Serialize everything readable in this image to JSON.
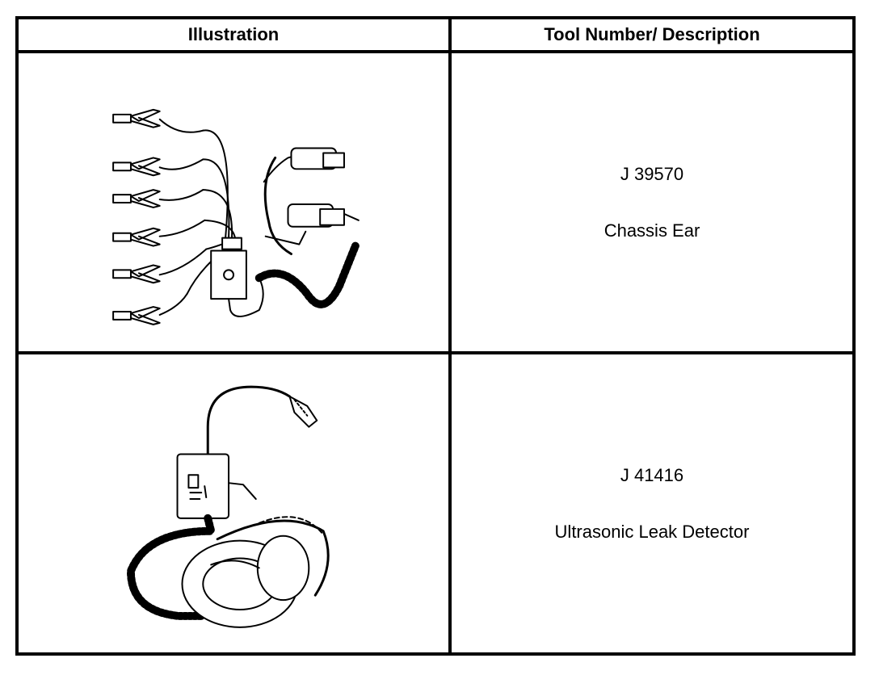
{
  "table": {
    "headers": [
      "Illustration",
      "Tool Number/ Description"
    ],
    "rows": [
      {
        "illustration_icon": "chassis-ear-tool-icon",
        "tool_number": "J 39570",
        "description": "Chassis Ear"
      },
      {
        "illustration_icon": "ultrasonic-leak-detector-icon",
        "tool_number": "J 41416",
        "description": "Ultrasonic Leak Detector"
      }
    ]
  }
}
